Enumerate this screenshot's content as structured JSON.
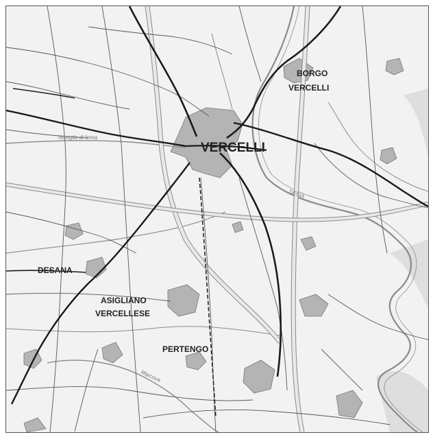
{
  "places": {
    "vercelli": "VERCELLI",
    "borgo_line1": "BORGO",
    "borgo_line2": "VERCELLI",
    "desana": "DESANA",
    "asigliano_line1": "ASIGLIANO",
    "asigliano_line2": "VERCELLESE",
    "pertengo": "PERTENGO"
  },
  "water_labels": {
    "naviglio": "Naviglio di Ivrea",
    "sesia": "SESIA",
    "marcova": "Marcova"
  },
  "colors": {
    "background": "#f2f2f2",
    "urban": "#b4b4b4",
    "road_major": "#1a1a1a",
    "road_highway": "#cfcfcf",
    "road_minor": "#555555",
    "water": "#8a8a8a"
  }
}
